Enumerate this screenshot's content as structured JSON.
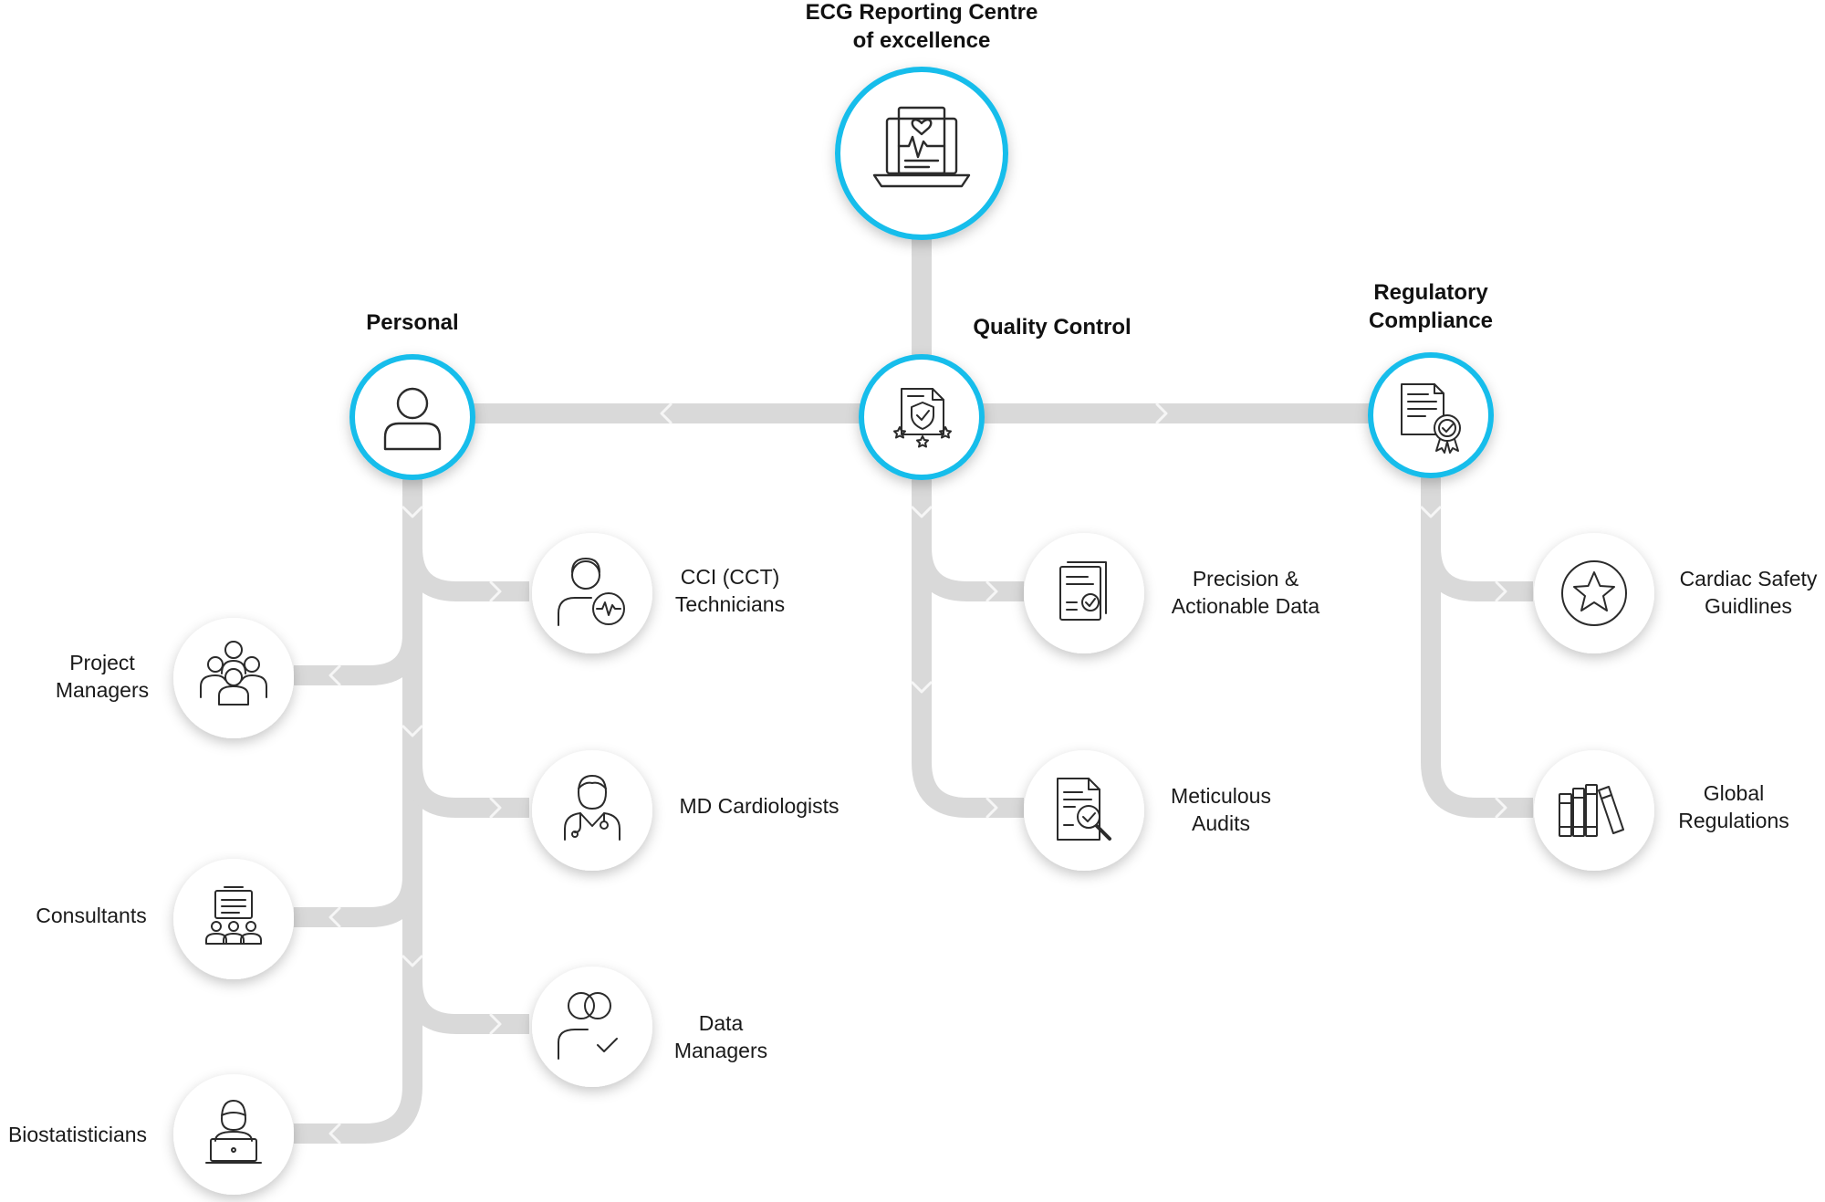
{
  "title": {
    "line1": "ECG Reporting Centre",
    "line2": "of excellence"
  },
  "pillars": {
    "personal": {
      "label": "Personal",
      "icon": "person-icon"
    },
    "quality": {
      "label": "Quality Control",
      "icon": "certified-document-icon"
    },
    "regulatory": {
      "line1": "Regulatory",
      "line2": "Compliance",
      "icon": "certificate-badge-icon"
    }
  },
  "personal_items": {
    "cci": {
      "line1": "CCI (CCT)",
      "line2": "Technicians",
      "icon": "technician-ecg-icon"
    },
    "project_managers": {
      "line1": "Project",
      "line2": "Managers",
      "icon": "team-group-icon"
    },
    "md_cardiologists": {
      "line1": "MD Cardiologists",
      "icon": "doctor-stethoscope-icon"
    },
    "consultants": {
      "line1": "Consultants",
      "icon": "presentation-board-icon"
    },
    "data_managers": {
      "line1": "Data",
      "line2": "Managers",
      "icon": "user-check-icon"
    },
    "biostatisticians": {
      "line1": "Biostatisticians",
      "icon": "laptop-user-icon"
    }
  },
  "quality_items": {
    "precision": {
      "line1": "Precision &",
      "line2": "Actionable Data",
      "icon": "document-check-icon"
    },
    "audits": {
      "line1": "Meticulous",
      "line2": "Audits",
      "icon": "document-magnifier-icon"
    }
  },
  "regulatory_items": {
    "cardiac": {
      "line1": "Cardiac Safety",
      "line2": "Guidlines",
      "icon": "star-circle-icon"
    },
    "global": {
      "line1": "Global",
      "line2": "Regulations",
      "icon": "books-icon"
    }
  },
  "colors": {
    "accent": "#19BDEB",
    "connector": "#D9D9D9",
    "chevron": "#F4F4F4",
    "stroke": "#2B2B2B"
  }
}
